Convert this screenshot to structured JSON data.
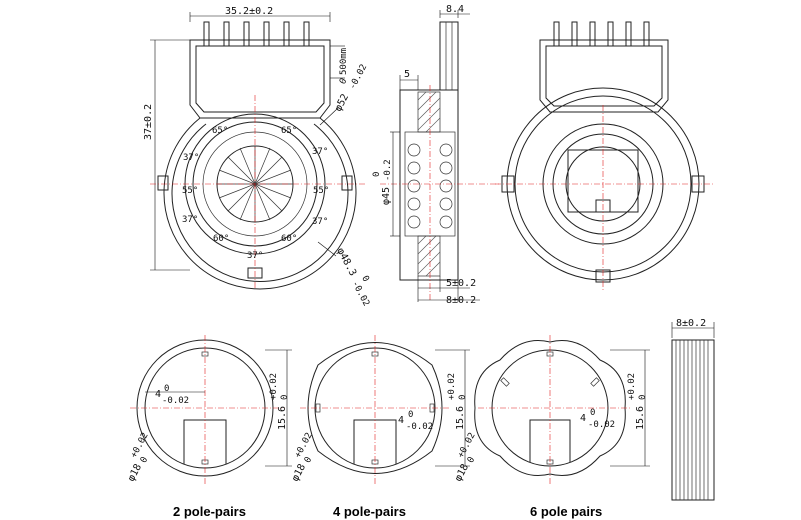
{
  "front_view": {
    "width_dim": "35.2±0.2",
    "height_dim": "37±0.2",
    "lead_dim": "500mm",
    "outer_dia_top": "φ52",
    "outer_dia_top_tol_upper": "0",
    "outer_dia_top_tol_lower": "-0.02",
    "inner_dia": "φ48.3",
    "inner_dia_tol_upper": "0",
    "inner_dia_tol_lower": "-0.02",
    "angles": [
      "65°",
      "65°",
      "37°",
      "37°",
      "55°",
      "55°",
      "37°",
      "37°",
      "60°",
      "60°",
      "37°"
    ]
  },
  "side_view": {
    "top_dim": "8.4",
    "lead_offset": "5",
    "bore_dia": "φ45",
    "bore_tol_upper": "0",
    "bore_tol_lower": "-0.2",
    "dim_a": "5±0.2",
    "dim_b": "8±0.2"
  },
  "magnet_side": {
    "width_dim": "8±0.2"
  },
  "magnets": [
    {
      "caption": "2 pole-pairs",
      "dia": "φ18",
      "dia_tol_upper": "+0.02",
      "dia_tol_lower": "0",
      "height": "15.6",
      "height_tol_upper": "+0.02",
      "height_tol_lower": "0",
      "key": "4",
      "key_tol_upper": "0",
      "key_tol_lower": "-0.02"
    },
    {
      "caption": "4 pole-pairs",
      "dia": "φ18",
      "dia_tol_upper": "+0.02",
      "dia_tol_lower": "0",
      "height": "15.6",
      "height_tol_upper": "+0.02",
      "height_tol_lower": "0",
      "key": "4",
      "key_tol_upper": "0",
      "key_tol_lower": "-0.02"
    },
    {
      "caption": "6 pole pairs",
      "dia": "φ18",
      "dia_tol_upper": "+0.02",
      "dia_tol_lower": "0",
      "height": "15.6",
      "height_tol_upper": "+0.02",
      "height_tol_lower": "0",
      "key": "4",
      "key_tol_upper": "0",
      "key_tol_lower": "-0.02"
    }
  ]
}
